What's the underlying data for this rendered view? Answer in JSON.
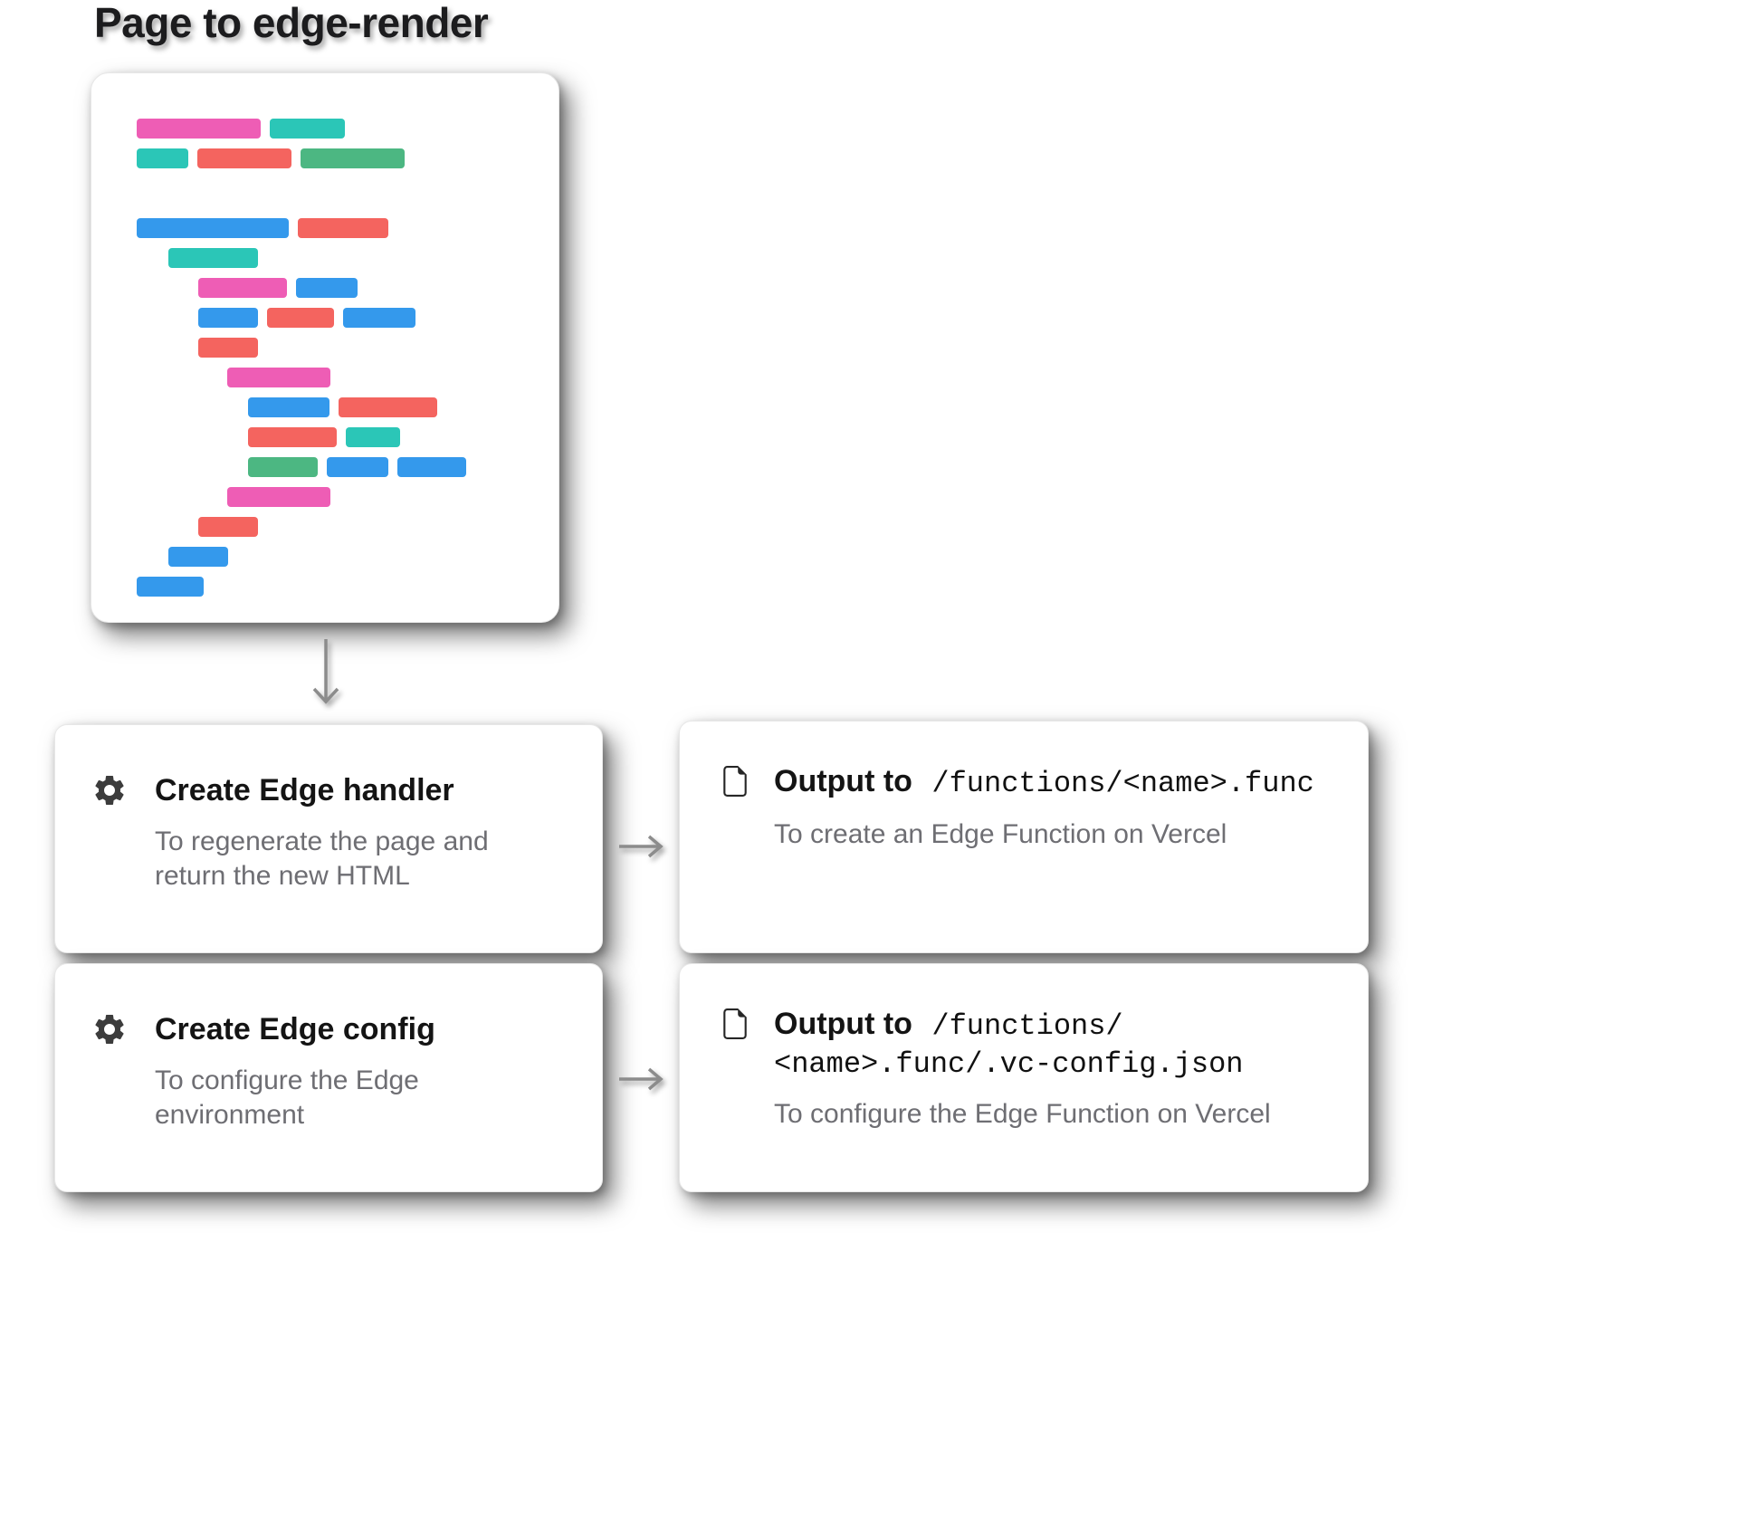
{
  "title": "Page to edge-render",
  "colors": {
    "pink": "#ee5db5",
    "teal": "#2bc6b7",
    "red": "#f4645f",
    "green": "#4cb782",
    "blue": "#3499ec",
    "text_dark": "#141414",
    "text_gray": "#6e6e73",
    "arrow": "#8c8c8c"
  },
  "code_card": {
    "lines": [
      {
        "indent": 0,
        "gap_before": 0,
        "bars": [
          {
            "color": "pink",
            "w": 137
          },
          {
            "color": "teal",
            "w": 83
          }
        ]
      },
      {
        "indent": 0,
        "gap_before": 11,
        "bars": [
          {
            "color": "teal",
            "w": 57
          },
          {
            "color": "red",
            "w": 104
          },
          {
            "color": "green",
            "w": 115
          }
        ]
      },
      {
        "indent": 0,
        "gap_before": 55,
        "bars": [
          {
            "color": "blue",
            "w": 168
          },
          {
            "color": "red",
            "w": 100
          }
        ]
      },
      {
        "indent": 35,
        "gap_before": 11,
        "bars": [
          {
            "color": "teal",
            "w": 99
          }
        ]
      },
      {
        "indent": 68,
        "gap_before": 11,
        "bars": [
          {
            "color": "pink",
            "w": 98
          },
          {
            "color": "blue",
            "w": 68
          }
        ]
      },
      {
        "indent": 68,
        "gap_before": 11,
        "bars": [
          {
            "color": "blue",
            "w": 66
          },
          {
            "color": "red",
            "w": 74
          },
          {
            "color": "blue",
            "w": 80
          }
        ]
      },
      {
        "indent": 68,
        "gap_before": 11,
        "bars": [
          {
            "color": "red",
            "w": 66
          }
        ]
      },
      {
        "indent": 100,
        "gap_before": 11,
        "bars": [
          {
            "color": "pink",
            "w": 114
          }
        ]
      },
      {
        "indent": 123,
        "gap_before": 11,
        "bars": [
          {
            "color": "blue",
            "w": 90
          },
          {
            "color": "red",
            "w": 109
          }
        ]
      },
      {
        "indent": 123,
        "gap_before": 11,
        "bars": [
          {
            "color": "red",
            "w": 98
          },
          {
            "color": "teal",
            "w": 60
          }
        ]
      },
      {
        "indent": 123,
        "gap_before": 11,
        "bars": [
          {
            "color": "green",
            "w": 77
          },
          {
            "color": "blue",
            "w": 68
          },
          {
            "color": "blue",
            "w": 76
          }
        ]
      },
      {
        "indent": 100,
        "gap_before": 11,
        "bars": [
          {
            "color": "pink",
            "w": 114
          }
        ]
      },
      {
        "indent": 68,
        "gap_before": 11,
        "bars": [
          {
            "color": "red",
            "w": 66
          }
        ]
      },
      {
        "indent": 35,
        "gap_before": 11,
        "bars": [
          {
            "color": "blue",
            "w": 66
          }
        ]
      },
      {
        "indent": 0,
        "gap_before": 11,
        "bars": [
          {
            "color": "blue",
            "w": 74
          }
        ]
      }
    ]
  },
  "steps": [
    {
      "icon": "gear",
      "title": "Create Edge handler",
      "description": "To regenerate the page and return the new HTML"
    },
    {
      "icon": "gear",
      "title": "Create Edge config",
      "description": "To configure the Edge environment"
    }
  ],
  "outputs": [
    {
      "icon": "document",
      "prefix": "Output to",
      "path_line1": "/functions/<name>.func",
      "path_line2": "",
      "description": "To create an Edge Function on Vercel"
    },
    {
      "icon": "document",
      "prefix": "Output to",
      "path_line1": "/functions/",
      "path_line2": "<name>.func/.vc-config.json",
      "description": "To configure the Edge Function on Vercel"
    }
  ]
}
